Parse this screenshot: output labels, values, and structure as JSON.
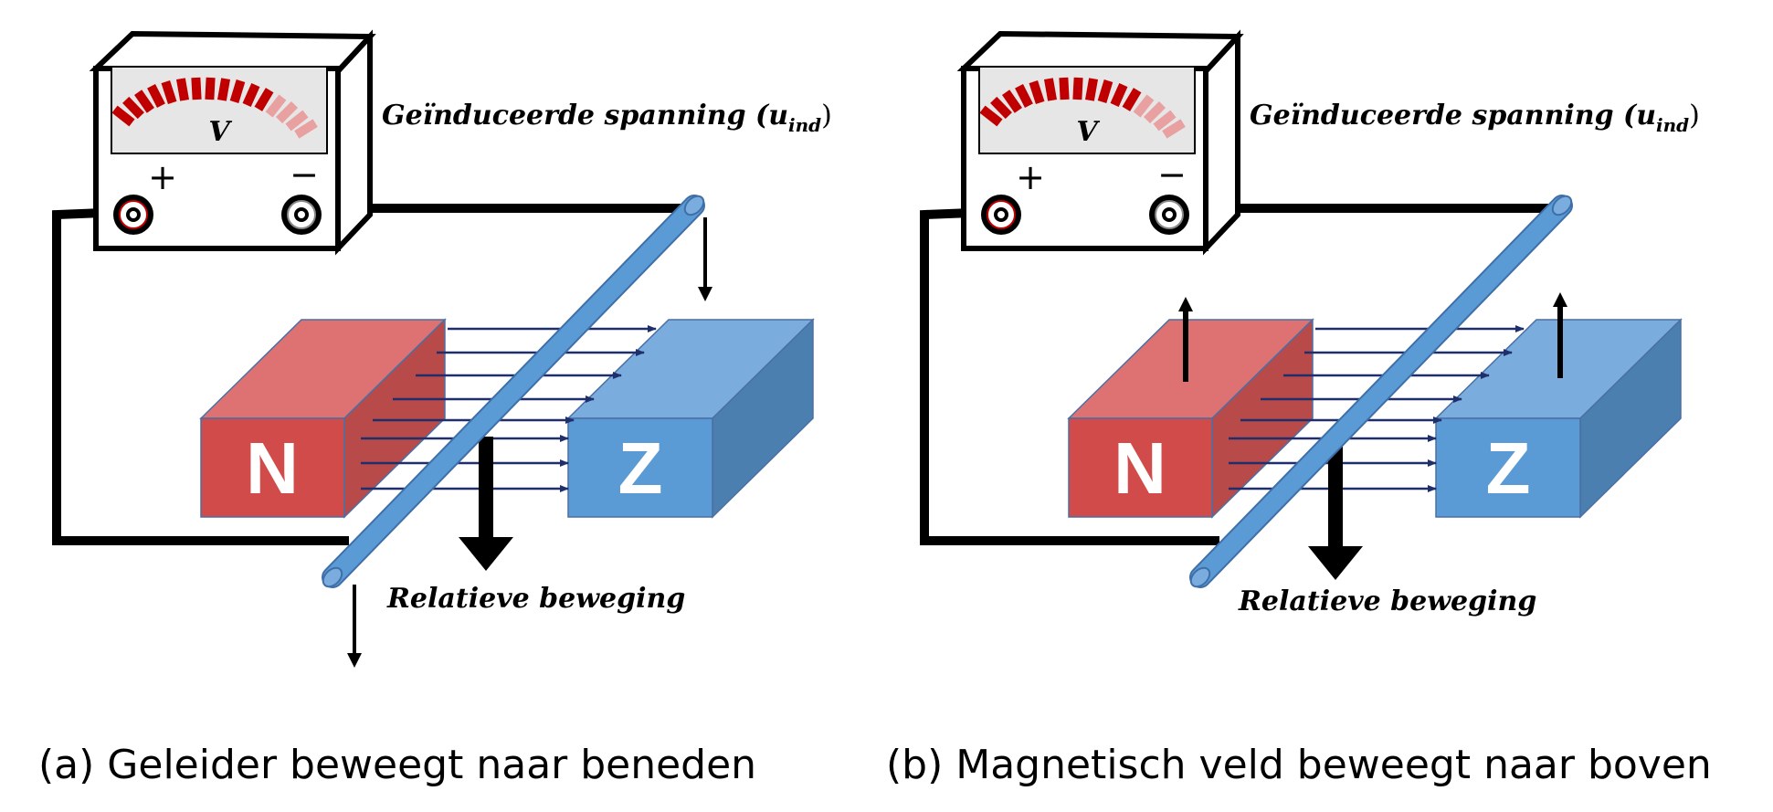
{
  "colors": {
    "north_front": "#d24b4b",
    "north_top": "#de7272",
    "north_side": "#b94a4a",
    "south_front": "#5b9bd5",
    "south_top": "#7aadde",
    "south_side": "#4a7fb0",
    "conductor": "#5b9bd5",
    "field_arrow": "#1f2f6b",
    "wire": "#000000",
    "meter_bar_strong": "#c00000",
    "meter_bar_weak": "#e8a0a0",
    "meter_face": "#e6e6e6"
  },
  "panels": [
    {
      "id": "a",
      "meter": {
        "unit_label": "V",
        "plus_label": "+",
        "minus_label": "−"
      },
      "voltage_label": "Geïnduceerde spanning (",
      "voltage_symbol": "u",
      "voltage_subscript": "ind",
      "voltage_close": ")",
      "north_label": "N",
      "south_label": "Z",
      "motion_label": "Relatieve beweging",
      "caption": "(a) Geleider beweegt naar beneden",
      "moving_part": "conductor",
      "motion_direction": "down",
      "icons": [
        "voltmeter-icon",
        "down-arrow-icon"
      ]
    },
    {
      "id": "b",
      "meter": {
        "unit_label": "V",
        "plus_label": "+",
        "minus_label": "−"
      },
      "voltage_label": "Geïnduceerde spanning (",
      "voltage_symbol": "u",
      "voltage_subscript": "ind",
      "voltage_close": ")",
      "north_label": "N",
      "south_label": "Z",
      "motion_label": "Relatieve beweging",
      "caption": "(b) Magnetisch veld beweegt naar boven",
      "moving_part": "magnets",
      "motion_direction": "up",
      "icons": [
        "voltmeter-icon",
        "up-arrow-icon"
      ]
    }
  ]
}
